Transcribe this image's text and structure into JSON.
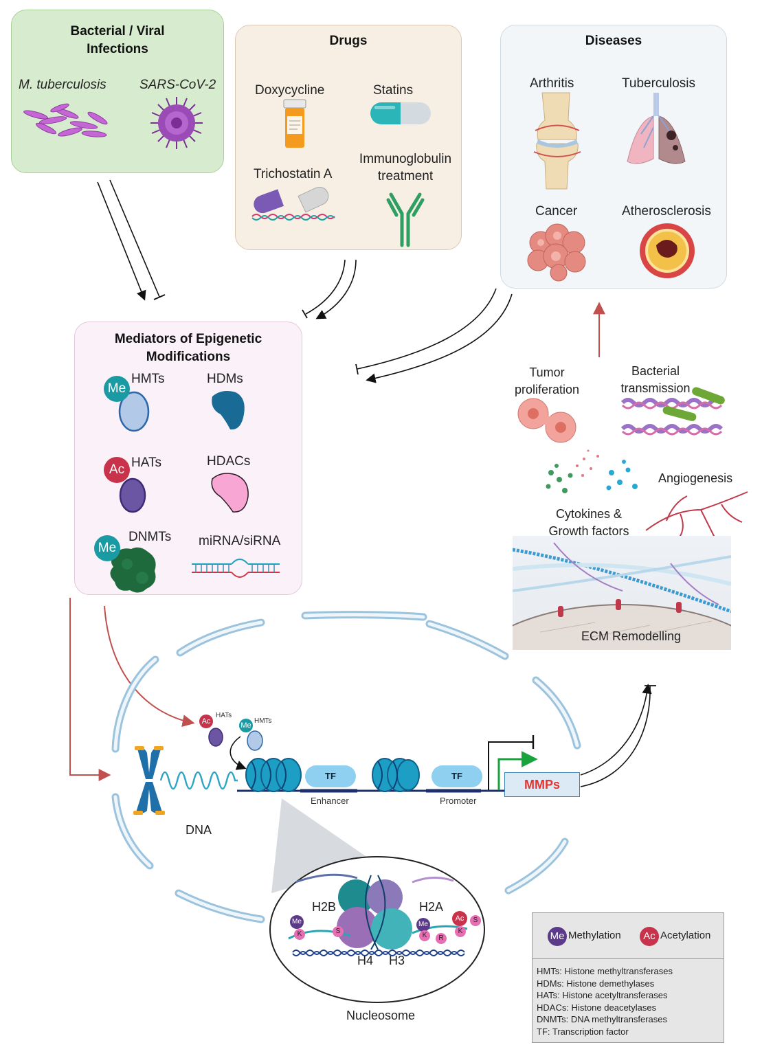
{
  "infections": {
    "title": "Bacterial / Viral Infections",
    "agent1": "M. tuberculosis",
    "agent2": "SARS-CoV-2"
  },
  "drugs": {
    "title": "Drugs",
    "items": [
      "Doxycycline",
      "Statins",
      "Trichostatin A",
      "Immunoglobulin treatment"
    ]
  },
  "diseases": {
    "title": "Diseases",
    "items": [
      "Arthritis",
      "Tuberculosis",
      "Cancer",
      "Atherosclerosis"
    ]
  },
  "mediators": {
    "title": "Mediators of Epigenetic Modifications",
    "items": [
      "HMTs",
      "HDMs",
      "HATs",
      "HDACs",
      "DNMTs",
      "miRNA/siRNA"
    ],
    "me_badge": "Me",
    "ac_badge": "Ac"
  },
  "effects": {
    "tumor": "Tumor proliferation",
    "bacterial": "Bacterial transmission",
    "angiogenesis": "Angiogenesis",
    "cytokines": "Cytokines & Growth factors",
    "ecm": "ECM Remodelling"
  },
  "nucleus": {
    "dna": "DNA",
    "enhancer": "Enhancer",
    "promoter": "Promoter",
    "tf": "TF",
    "mmps": "MMPs",
    "small_hats": "HATs",
    "small_hmts": "HMTs",
    "small_me": "Me",
    "small_ac": "Ac"
  },
  "nucleosome": {
    "label": "Nucleosome",
    "h2b": "H2B",
    "h2a": "H2A",
    "h4": "H4",
    "h3": "H3",
    "me": "Me",
    "ac": "Ac",
    "k": "K",
    "s": "S",
    "r": "R"
  },
  "legend": {
    "me_badge": "Me",
    "methylation": "Methylation",
    "ac_badge": "Ac",
    "acetylation": "Acetylation",
    "abbreviations": [
      "HMTs: Histone methyltransferases",
      "HDMs: Histone demethylases",
      "HATs: Histone acetyltransferases",
      "HDACs: Histone deacetylases",
      "DNMTs: DNA methyltransferases",
      "TF: Transcription factor"
    ]
  },
  "colors": {
    "infection_bg": "#d7eccf",
    "drugs_bg": "#f7efe4",
    "diseases_bg": "#f2f6f9",
    "mediators_bg": "#fbf1f8",
    "red_arrow": "#c0504d",
    "me_teal": "#1a9aa3",
    "ac_red": "#c8324a",
    "mmps_red": "#e3342f"
  }
}
